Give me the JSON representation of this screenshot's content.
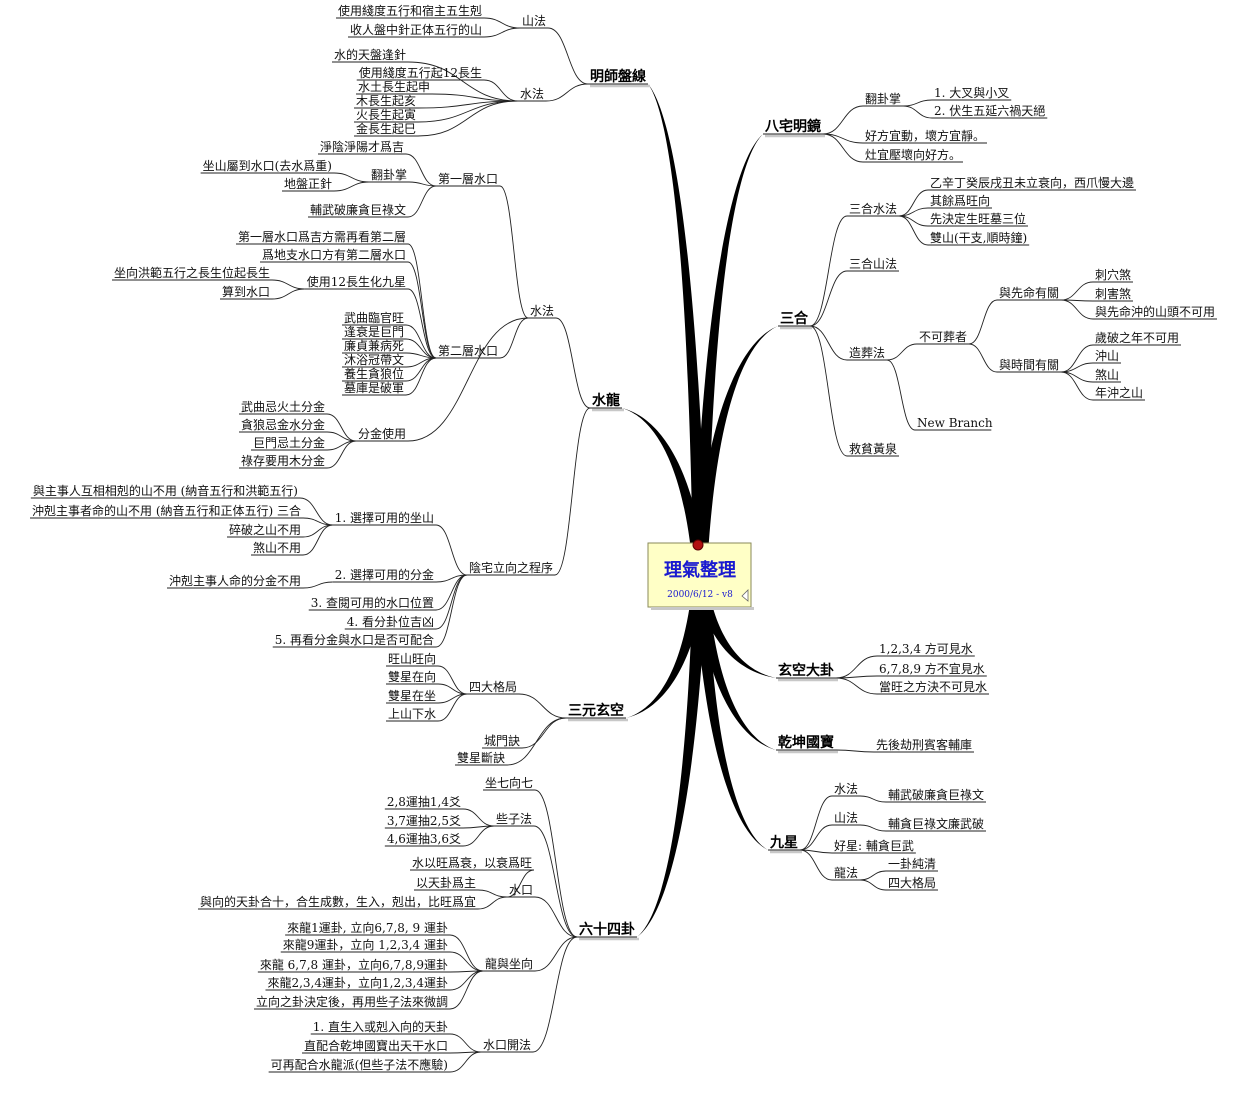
{
  "center": {
    "title": "理氣整理",
    "subtitle": "2000/6/12 - v8"
  },
  "branches": [
    {
      "id": "b1",
      "label": "明師盤線",
      "children": [
        {
          "label": "山法",
          "children": [
            {
              "label": "使用綫度五行和宿主五生剋"
            },
            {
              "label": "收人盤中針正体五行的山"
            }
          ]
        },
        {
          "label": "水法",
          "children": [
            {
              "label": "水的天盤逢針"
            },
            {
              "label": "使用綫度五行起12長生"
            },
            {
              "label": "水土長生起申"
            },
            {
              "label": "木長生起亥"
            },
            {
              "label": "火長生起寅"
            },
            {
              "label": "金長生起巳"
            }
          ]
        }
      ]
    },
    {
      "id": "b2",
      "label": "水龍",
      "children": [
        {
          "label": "水法",
          "children": [
            {
              "label": "第一層水口",
              "children": [
                {
                  "label": "淨陰淨陽才爲吉"
                },
                {
                  "label": "翻卦掌",
                  "children": [
                    {
                      "label": "坐山屬到水口(去水爲重)"
                    },
                    {
                      "label": "地盤正針"
                    }
                  ]
                },
                {
                  "label": "輔武破廉貪巨祿文"
                }
              ]
            },
            {
              "label": "第二層水口",
              "children": [
                {
                  "label": "第一層水口爲吉方需再看第二層"
                },
                {
                  "label": "爲地支水口方有第二層水口"
                },
                {
                  "label": "使用12長生化九星",
                  "children": [
                    {
                      "label": "坐向洪範五行之長生位起長生"
                    },
                    {
                      "label": "算到水口"
                    }
                  ]
                },
                {
                  "label": "武曲臨官旺"
                },
                {
                  "label": "逢衰是巨門"
                },
                {
                  "label": "廉貞兼病死"
                },
                {
                  "label": "沐浴冠帶文"
                },
                {
                  "label": "養生貪狼位"
                },
                {
                  "label": "墓庫是破軍"
                }
              ]
            },
            {
              "label": "分金使用",
              "children": [
                {
                  "label": "武曲忌火土分金"
                },
                {
                  "label": "貪狼忌金水分金"
                },
                {
                  "label": "巨門忌土分金"
                },
                {
                  "label": "祿存要用木分金"
                }
              ]
            }
          ]
        },
        {
          "label": "陰宅立向之程序",
          "children": [
            {
              "label": "1. 選擇可用的坐山",
              "children": [
                {
                  "label": "與主事人互相相剋的山不用 (納音五行和洪範五行)"
                },
                {
                  "label": "沖剋主事者命的山不用 (納音五行和正体五行) 三合"
                },
                {
                  "label": "碎破之山不用"
                },
                {
                  "label": "煞山不用"
                }
              ]
            },
            {
              "label": "2. 選擇可用的分金",
              "children": [
                {
                  "label": "沖剋主事人命的分金不用"
                }
              ]
            },
            {
              "label": "3. 查閱可用的水口位置"
            },
            {
              "label": "4. 看分卦位吉凶"
            },
            {
              "label": "5. 再看分金與水口是否可配合"
            }
          ]
        }
      ]
    },
    {
      "id": "b3",
      "label": "三元玄空",
      "children": [
        {
          "label": "四大格局",
          "children": [
            {
              "label": "旺山旺向"
            },
            {
              "label": "雙星在向"
            },
            {
              "label": "雙星在坐"
            },
            {
              "label": "上山下水"
            }
          ]
        },
        {
          "label": "城門訣"
        },
        {
          "label": "雙星斷訣"
        }
      ]
    },
    {
      "id": "b4",
      "label": "六十四卦",
      "children": [
        {
          "label": "坐七向七"
        },
        {
          "label": "些子法",
          "children": [
            {
              "label": "2,8運抽1,4爻"
            },
            {
              "label": "3,7運抽2,5爻"
            },
            {
              "label": "4,6運抽3,6爻"
            }
          ]
        },
        {
          "label": "水口",
          "children": [
            {
              "label": "水以旺爲衰，以衰爲旺"
            },
            {
              "label": "以天卦爲主"
            },
            {
              "label": "與向的天卦合十，合生成數，生入，剋出，比旺爲宜"
            }
          ]
        },
        {
          "label": "龍與坐向",
          "children": [
            {
              "label": "來龍1運卦, 立向6,7,8, 9 運卦"
            },
            {
              "label": "來龍9運卦，立向 1,2,3,4 運卦"
            },
            {
              "label": "來龍 6,7,8 運卦，立向6,7,8,9運卦"
            },
            {
              "label": "來龍2,3,4運卦，立向1,2,3,4運卦"
            },
            {
              "label": "立向之卦決定後，再用些子法來微調"
            }
          ]
        },
        {
          "label": "水口開法",
          "children": [
            {
              "label": "1. 直生入或剋入向的天卦"
            },
            {
              "label": "直配合乾坤國寶出天干水口"
            },
            {
              "label": "可再配合水龍派(但些子法不應驗)"
            }
          ]
        }
      ]
    },
    {
      "id": "b5",
      "label": "八宅明鏡",
      "children": [
        {
          "label": "翻卦掌",
          "children": [
            {
              "label": "1. 大叉與小叉"
            },
            {
              "label": "2. 伏生五延六禍天絕"
            }
          ]
        },
        {
          "label": "好方宜動，壞方宜靜。"
        },
        {
          "label": "灶宜壓壞向好方。"
        }
      ]
    },
    {
      "id": "b6",
      "label": "三合",
      "children": [
        {
          "label": "三合水法",
          "children": [
            {
              "label": "乙辛丁癸辰戌丑未立衰向，西爪慢大邊"
            },
            {
              "label": "其餘爲旺向"
            },
            {
              "label": "先決定生旺墓三位"
            },
            {
              "label": "雙山(干支,順時鐘)"
            }
          ]
        },
        {
          "label": "三合山法"
        },
        {
          "label": "造葬法",
          "children": [
            {
              "label": "不可葬者",
              "children": [
                {
                  "label": "與先命有關",
                  "children": [
                    {
                      "label": "刺穴煞"
                    },
                    {
                      "label": "刺害煞"
                    },
                    {
                      "label": "與先命沖的山頭不可用"
                    }
                  ]
                },
                {
                  "label": "與時間有關",
                  "children": [
                    {
                      "label": "歲破之年不可用"
                    },
                    {
                      "label": "沖山"
                    },
                    {
                      "label": "煞山"
                    },
                    {
                      "label": "年沖之山"
                    }
                  ]
                }
              ]
            },
            {
              "label": "New Branch"
            }
          ]
        },
        {
          "label": "救貧黃泉"
        }
      ]
    },
    {
      "id": "b7",
      "label": "玄空大卦",
      "children": [
        {
          "label": "1,2,3,4 方可見水"
        },
        {
          "label": "6,7,8,9 方不宜見水"
        },
        {
          "label": "當旺之方決不可見水"
        }
      ]
    },
    {
      "id": "b8",
      "label": "乾坤國寶",
      "children": [
        {
          "label": "先後劫刑賓客輔庫"
        }
      ]
    },
    {
      "id": "b9",
      "label": "九星",
      "children": [
        {
          "label": "水法",
          "children": [
            {
              "label": "輔武破廉貪巨祿文"
            }
          ]
        },
        {
          "label": "山法",
          "children": [
            {
              "label": "輔貪巨祿文廉武破"
            }
          ]
        },
        {
          "label": "好星: 輔貪巨武"
        },
        {
          "label": "龍法",
          "children": [
            {
              "label": "一卦純清"
            },
            {
              "label": "四大格局"
            }
          ]
        }
      ]
    }
  ]
}
